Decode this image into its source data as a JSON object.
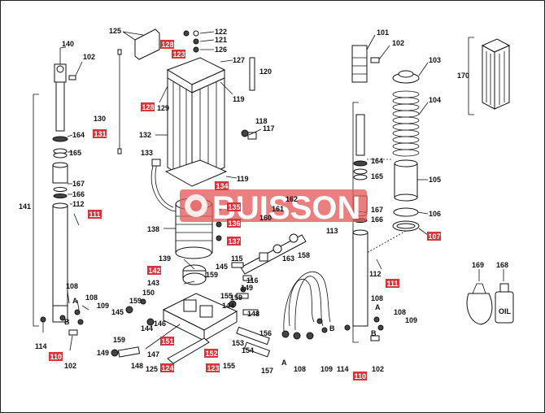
{
  "watermark": {
    "text": "BUISSON",
    "color": "#e35b5b"
  },
  "colors": {
    "highlight": "#d8353a",
    "line": "#111111"
  },
  "labels": {
    "l140": "140",
    "l102a": "102",
    "l164a": "164",
    "l165a": "165",
    "l167a": "167",
    "l166a": "166",
    "l112a": "112",
    "l141": "141",
    "l108a": "108",
    "l108b": "108",
    "l109a": "109",
    "l114a": "114",
    "l102b": "102",
    "lA1": "A",
    "lB1": "B",
    "l125a": "125",
    "l122": "122",
    "l121": "121",
    "l126": "126",
    "l127": "127",
    "l120": "120",
    "l119a": "119",
    "l129": "129",
    "l130": "130",
    "l132": "132",
    "l118": "118",
    "l117": "117",
    "l133": "133",
    "l119b": "119",
    "l138": "138",
    "l160": "160",
    "l161": "161",
    "l162": "162",
    "l163": "163",
    "l139": "139",
    "l115": "115",
    "l116": "116",
    "l143": "143",
    "l145a": "145",
    "l145b": "145",
    "l150": "150",
    "l159a": "159",
    "l159b": "159",
    "l159c": "159",
    "l159d": "159",
    "l144a": "144",
    "l144b": "144",
    "l149a": "149",
    "l149b": "149",
    "l155a": "155",
    "l148a": "148",
    "l148b": "148",
    "l146": "146",
    "l147": "147",
    "l125b": "125",
    "l153": "153",
    "l154": "154",
    "l156": "156",
    "l155b": "155",
    "l157": "157",
    "l158": "158",
    "l108c": "108",
    "l109b": "109",
    "lA2": "A",
    "lB2": "B",
    "l101": "101",
    "l102c": "102",
    "l103": "103",
    "l104": "104",
    "l105": "105",
    "l106": "106",
    "l164b": "164",
    "l165b": "165",
    "l167b": "167",
    "l166b": "166",
    "l113": "113",
    "l112b": "112",
    "l108d": "108",
    "l108e": "108",
    "l109c": "109",
    "l114b": "114",
    "l102d": "102",
    "lA3": "A",
    "lB3": "B",
    "l170": "170",
    "l169": "169",
    "l168": "168"
  },
  "highlighted_labels": {
    "h111a": "111",
    "h110a": "110",
    "h128a": "128",
    "h123a": "123",
    "h128b": "128",
    "h131": "131",
    "h134": "134",
    "h135": "135",
    "h136": "136",
    "h137": "137",
    "h142": "142",
    "h151": "151",
    "h152": "152",
    "h124": "124",
    "h123b": "123",
    "h107": "107",
    "h111b": "111",
    "h110b": "110"
  }
}
